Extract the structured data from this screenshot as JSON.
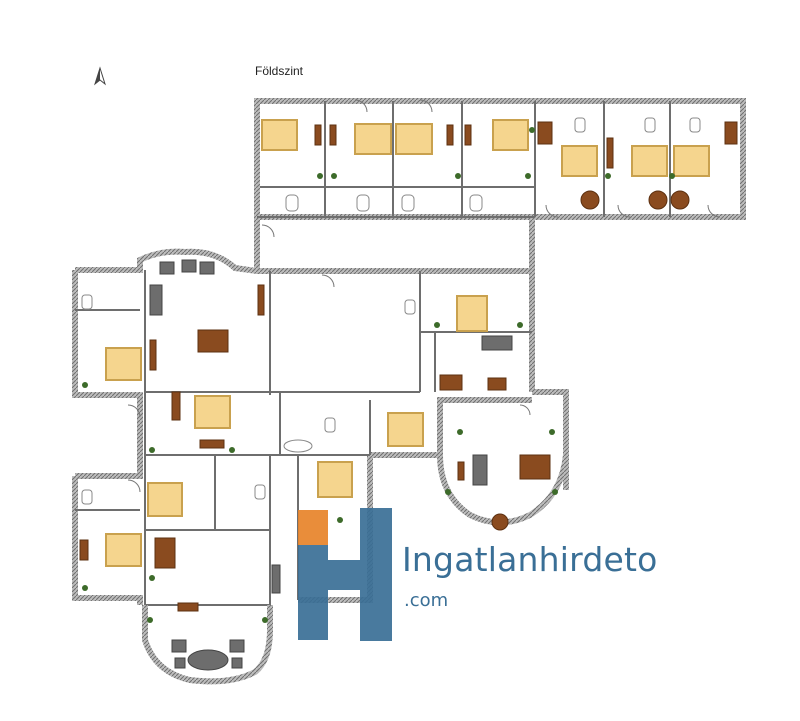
{
  "plan": {
    "title": "Földszint"
  },
  "watermark": {
    "brand": "Ingatlanhirdeto",
    "domain": ".com"
  },
  "colors": {
    "wall": "#6e6e6e",
    "floor": "#ffffff",
    "bed": "#f5d58e",
    "bed_frame": "#c9a14e",
    "wood_furniture": "#8a4b1f",
    "sofa": "#6d6d6d",
    "plant": "#3d6b2a",
    "logo_blue": "#3a6f96",
    "logo_orange": "#e8842a"
  },
  "icons": [
    "north-arrow-icon",
    "logo-house-icon"
  ]
}
